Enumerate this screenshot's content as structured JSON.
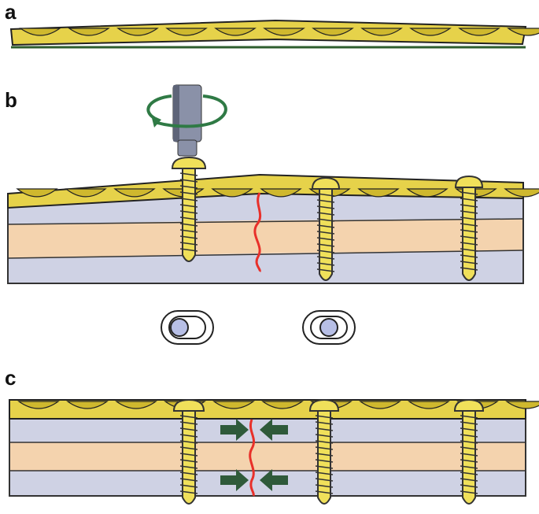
{
  "figure": {
    "panels": [
      {
        "label": "a"
      },
      {
        "label": "b"
      },
      {
        "label": "c"
      }
    ]
  },
  "colors": {
    "plate_fill": "#e6d24a",
    "plate_hole_fill": "#cfb82e",
    "plate_outline": "#222222",
    "screw_fill": "#f0e05a",
    "screw_shadow": "#c7b02a",
    "bone_cortex": "#cfd2e4",
    "bone_cancellous": "#f4d3ae",
    "bone_outline": "#333333",
    "fracture_line": "#e8302a",
    "ground_line": "#2e5e2e",
    "arrow_fill": "#2f5a3a",
    "driver_body": "#8a91a8",
    "driver_dark": "#5e6478",
    "rotation_arrow": "#2f7a45"
  },
  "icons": {
    "rotation": "rotation-arrow-icon",
    "compression": "compression-arrow-icon"
  }
}
